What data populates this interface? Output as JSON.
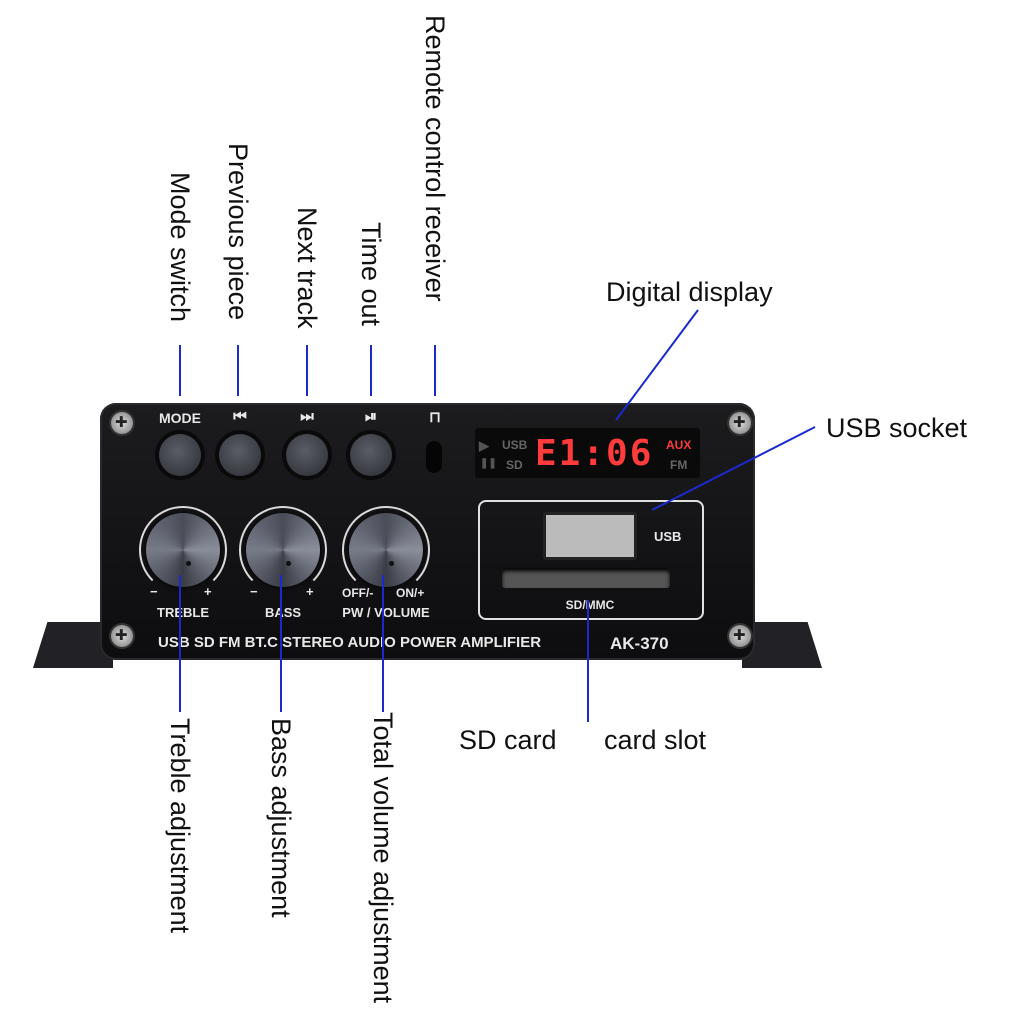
{
  "labels_top": {
    "mode_switch": "Mode switch",
    "previous_piece": "Previous piece",
    "next_track": "Next track",
    "time_out": "Time out",
    "remote_receiver": "Remote control receiver",
    "digital_display": "Digital display",
    "usb_socket": "USB socket"
  },
  "labels_bottom": {
    "treble": "Treble adjustment",
    "bass": "Bass adjustment",
    "volume": "Total volume adjustment",
    "sd_card": "SD card",
    "card_slot": "card slot"
  },
  "panel": {
    "mode": "MODE",
    "prev_icon": "⏮",
    "next_icon": "⏭",
    "play_pause_icon": "⏯",
    "remote_icon": "⊓",
    "minus": "−",
    "plus": "+",
    "treble": "TREBLE",
    "bass": "BASS",
    "off": "OFF/-",
    "on": "ON/+",
    "pw_volume": "PW / VOLUME",
    "display_usb": "USB",
    "display_sd": "SD",
    "display_play": "▶",
    "display_pause": "❚❚",
    "display_digits": "E1:06",
    "display_aux": "AUX",
    "display_fm": "FM",
    "usb": "USB",
    "sd_mmc": "SD/MMC",
    "product_line": "USB SD FM BT.C STEREO AUDIO POWER AMPLIFIER",
    "model": "AK-370"
  },
  "colors": {
    "leader": "#1a2acc",
    "display_red": "#ff3b3b"
  }
}
